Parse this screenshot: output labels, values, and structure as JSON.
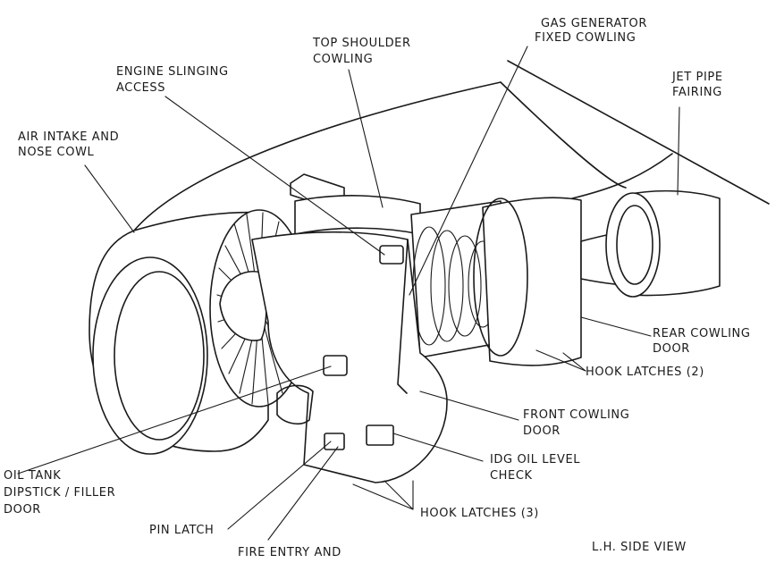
{
  "labels": {
    "gas_generator_cowling": [
      "GAS GENERATOR",
      "FIXED COWLING"
    ],
    "top_shoulder_cowling": [
      "TOP SHOULDER",
      "COWLING"
    ],
    "engine_slinging_access": [
      "ENGINE SLINGING",
      "ACCESS"
    ],
    "air_intake_nose_cowl": [
      "AIR INTAKE AND",
      "NOSE COWL"
    ],
    "jet_pipe_fairing": [
      "JET PIPE",
      "FAIRING"
    ],
    "rear_cowling_door": [
      "REAR COWLING",
      "DOOR"
    ],
    "hook_latches_2": "HOOK LATCHES (2)",
    "front_cowling_door": [
      "FRONT COWLING",
      "DOOR"
    ],
    "idg_oil_level_check": [
      "IDG OIL LEVEL",
      "CHECK"
    ],
    "oil_tank_door": [
      "OIL TANK",
      "DIPSTICK / FILLER",
      "DOOR"
    ],
    "hook_latches_3": "HOOK LATCHES (3)",
    "pin_latch": "PIN LATCH",
    "fire_entry": "FIRE ENTRY AND",
    "view_caption": "L.H. SIDE VIEW"
  }
}
